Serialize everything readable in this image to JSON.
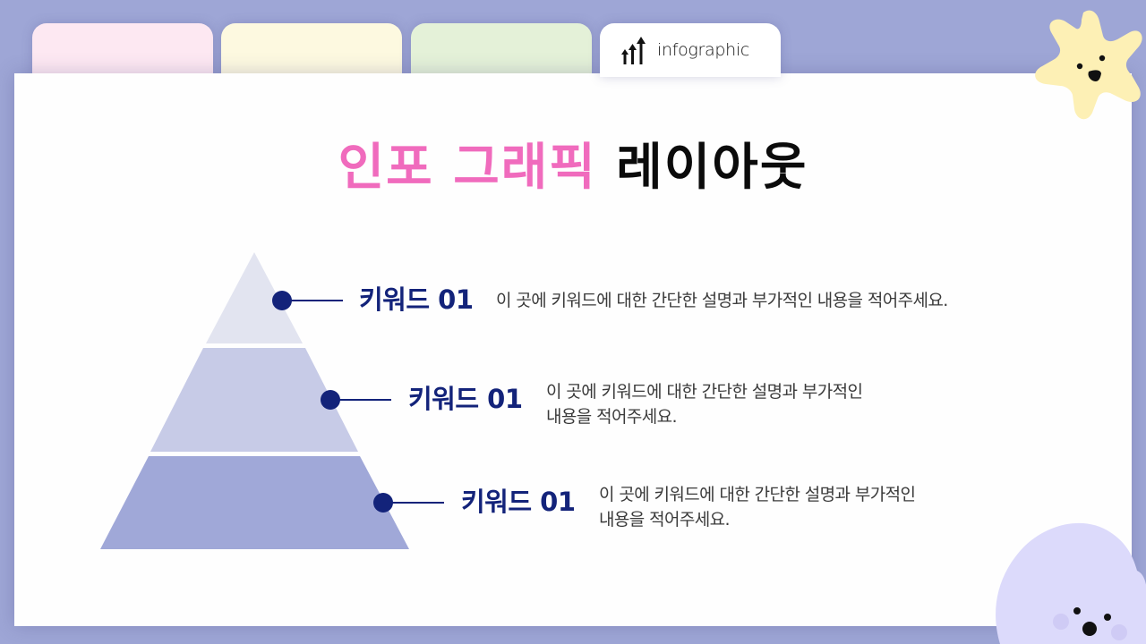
{
  "tabs": [
    {
      "label": "",
      "color": "#fde8f2"
    },
    {
      "label": "",
      "color": "#fdf9e0"
    },
    {
      "label": "",
      "color": "#e4f1d8"
    },
    {
      "label": "infographic",
      "icon": "rising-arrows-icon",
      "color": "#ffffff"
    }
  ],
  "title": {
    "highlight": "인포 그래픽",
    "rest": " 레이아웃",
    "highlight_color": "#f06bbd",
    "rest_color": "#0b0b0b"
  },
  "pyramid": {
    "levels": [
      {
        "color": "#e2e4f0"
      },
      {
        "color": "#c7cbe7"
      },
      {
        "color": "#a0a8d8"
      }
    ]
  },
  "items": [
    {
      "keyword": "키워드 01",
      "description_line1": "이 곳에 키워드에 대한 간단한 설명과 부가적인 내용을 적어주세요.",
      "description_line2": ""
    },
    {
      "keyword": "키워드 01",
      "description_line1": "이 곳에 키워드에 대한 간단한 설명과 부가적인",
      "description_line2": "내용을 적어주세요."
    },
    {
      "keyword": "키워드 01",
      "description_line1": "이 곳에 키워드에 대한 간단한 설명과 부가적인",
      "description_line2": "내용을 적어주세요."
    }
  ],
  "decorations": {
    "star": "smiling-star-icon",
    "blob": "smiling-cloud-icon"
  },
  "colors": {
    "background": "#9ea6d6",
    "accent": "#13237a"
  }
}
